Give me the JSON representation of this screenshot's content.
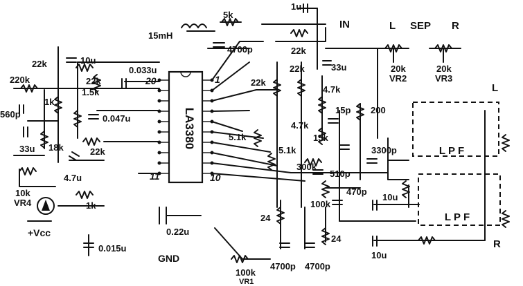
{
  "ic": {
    "part": "LA3380",
    "pin_1": "1",
    "pin_10": "10",
    "pin_11": "11",
    "pin_20": "20"
  },
  "labels": {
    "in": "IN",
    "left": "L",
    "sep": "SEP",
    "right": "R",
    "gnd": "GND",
    "vcc": "+Vcc",
    "left_out": "L",
    "right_out": "R"
  },
  "filters": {
    "upper": "LPF",
    "lower": "LPF"
  },
  "controls": {
    "vr1": "VR1",
    "vr2": "VR2",
    "vr3": "VR3",
    "vr4": "VR4"
  },
  "components": {
    "c_1u_top": "1u",
    "r_5k": "5k",
    "l_15mh": "15mH",
    "c_4700p_top": "4700p",
    "r_22k_top": "22k",
    "c_33u_right": "33u",
    "r_22k_mid": "22k",
    "r_4_7k_a": "4.7k",
    "r_22k_col": "22k",
    "r_4_7k_b": "4.7k",
    "c_15p": "15p",
    "r_15k": "15k",
    "r_200": "200",
    "c_3300p": "3300p",
    "r_5_1k_a": "5.1k",
    "r_5_1k_b": "5.1k",
    "r_300k": "300k",
    "c_510p": "510p",
    "c_470p": "470p",
    "r_100k": "100k",
    "c_10u_a": "10u",
    "c_10u_b": "10u",
    "r_24_a": "24",
    "r_24_b": "24",
    "c_4700p_b1": "4700p",
    "c_4700p_b2": "4700p",
    "c_0_22u": "0.22u",
    "r_100k_vr1": "100k",
    "r_20k_vr2": "20k",
    "r_20k_vr3": "20k",
    "r_22k_left": "22k",
    "c_10u_left": "10u",
    "r_22k_l2": "22k",
    "c_0_033u": "0.033u",
    "r_220k": "220k",
    "r_1k_a": "1k",
    "r_1_5k": "1.5k",
    "c_0_047u": "0.047u",
    "c_560p": "560p",
    "c_33u_left": "33u",
    "r_18k": "18k",
    "r_22k_l3": "22k",
    "c_4_7u": "4.7u",
    "r_10k": "10k",
    "r_1k_b": "1k",
    "c_0_015u": "0.015u"
  }
}
